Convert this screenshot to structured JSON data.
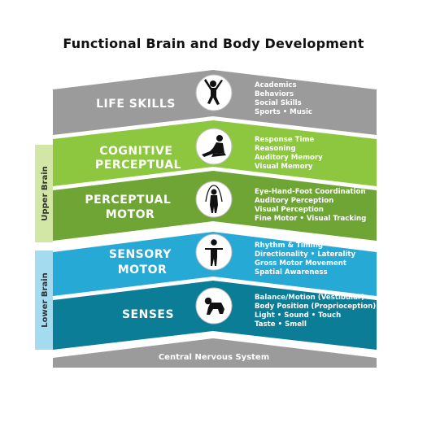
{
  "title": "Functional Brain and Body Development",
  "side_labels": {
    "upper": "Upper Brain",
    "lower": "Lower Brain"
  },
  "colors": {
    "gray": "#9b9b9b",
    "green1": "#8dc63f",
    "green2": "#6fa534",
    "blue1": "#27a9d6",
    "blue2": "#0c7d96",
    "upper_bar": "#d2e7a5",
    "lower_bar": "#a4dbef"
  },
  "tiers": [
    {
      "title1": "LIFE SKILLS",
      "title2": "",
      "icon": "jumping-child-icon",
      "items": [
        "Academics",
        "Behaviors",
        "Social Skills",
        "Sports • Music"
      ]
    },
    {
      "title1": "COGNITIVE",
      "title2": "PERCEPTUAL",
      "icon": "sitting-child-icon",
      "items": [
        "Response Time",
        "Reasoning",
        "Auditory Memory",
        "Visual Memory"
      ]
    },
    {
      "title1": "PERCEPTUAL",
      "title2": "MOTOR",
      "icon": "jump-rope-child-icon",
      "items": [
        "Eye-Hand-Foot Coordination",
        "Auditory Perception",
        "Visual Perception",
        "Fine Motor • Visual Tracking"
      ]
    },
    {
      "title1": "SENSORY",
      "title2": "MOTOR",
      "icon": "balancing-child-icon",
      "items": [
        "Rhythm & Timing",
        "Directionality • Laterality",
        "Gross Motor Movement",
        "Spatial Awareness"
      ]
    },
    {
      "title1": "SENSES",
      "title2": "",
      "icon": "crawling-baby-icon",
      "items": [
        "Balance/Motion (Vestibular)",
        "Body Position (Proprioception)",
        "Light • Sound • Touch",
        "Taste • Smell"
      ]
    }
  ],
  "base": {
    "label": "Central Nervous System"
  }
}
